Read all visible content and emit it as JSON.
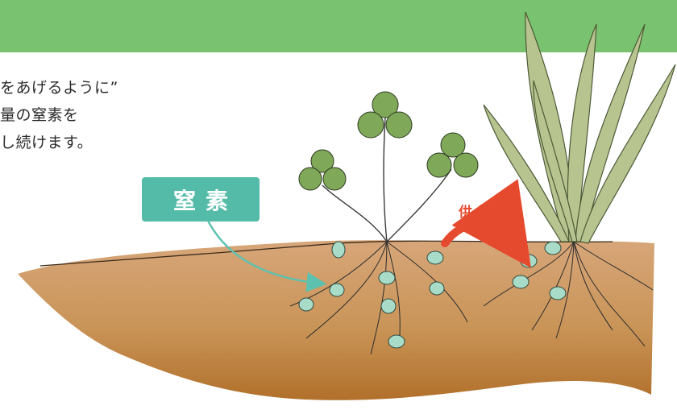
{
  "intro": {
    "line1": "をあげるように”",
    "line2": "量の窒素を",
    "line3": "し続けます。"
  },
  "labels": {
    "nitrogen": "窒素",
    "supply": "供給"
  },
  "colors": {
    "band": "#79c26f",
    "soil_top": "#d4a074",
    "soil_bottom": "#b67630",
    "nitrogen_box": "#54bba8",
    "nodule": "#a9dcc8",
    "supply_arrow": "#e64a2e",
    "clover": "#6f9a45",
    "grass": "#a8b77c"
  }
}
